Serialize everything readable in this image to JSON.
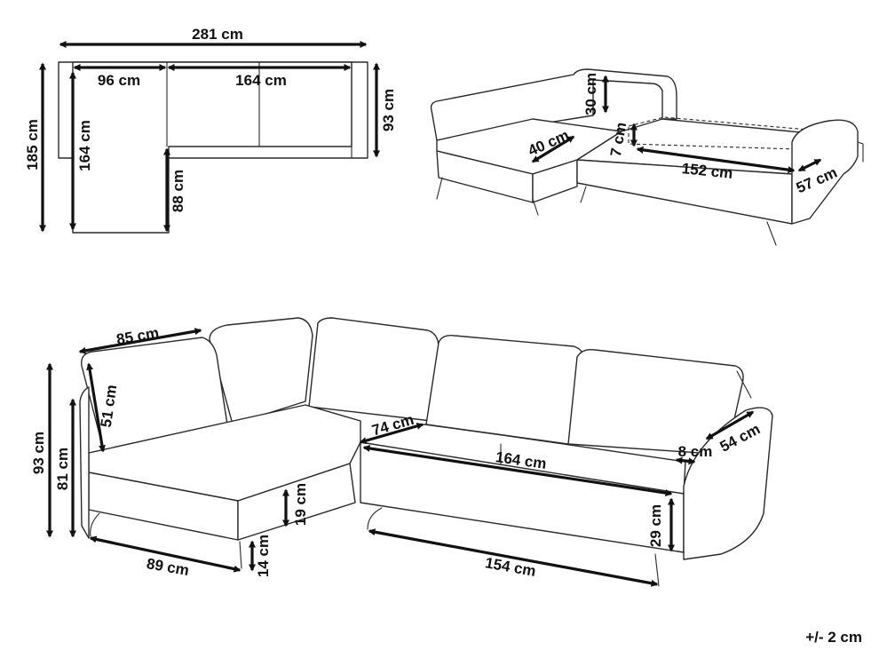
{
  "top_view": {
    "total_width": "281 cm",
    "chaise_width": "96 cm",
    "sofa_width": "164 cm",
    "total_depth": "185 cm",
    "chaise_length": "164 cm",
    "chaise_gap": "88 cm",
    "sofa_depth": "93 cm"
  },
  "bed_view": {
    "armrest_height": "30 cm",
    "bed_depth": "40 cm",
    "mattress_height": "7 cm",
    "bed_length": "152 cm",
    "armrest_depth": "57 cm"
  },
  "front_view": {
    "chaise_back": "85 cm",
    "cushion_height": "51 cm",
    "total_height": "93 cm",
    "arm_height": "81 cm",
    "seat_depth": "74 cm",
    "seat_width": "164 cm",
    "arm_width": "8 cm",
    "arm_length": "54 cm",
    "base_height": "19 cm",
    "seat_height": "29 cm",
    "leg_height": "14 cm",
    "chaise_base": "89 cm",
    "sofa_base": "154 cm"
  },
  "tolerance": "+/- 2 cm"
}
